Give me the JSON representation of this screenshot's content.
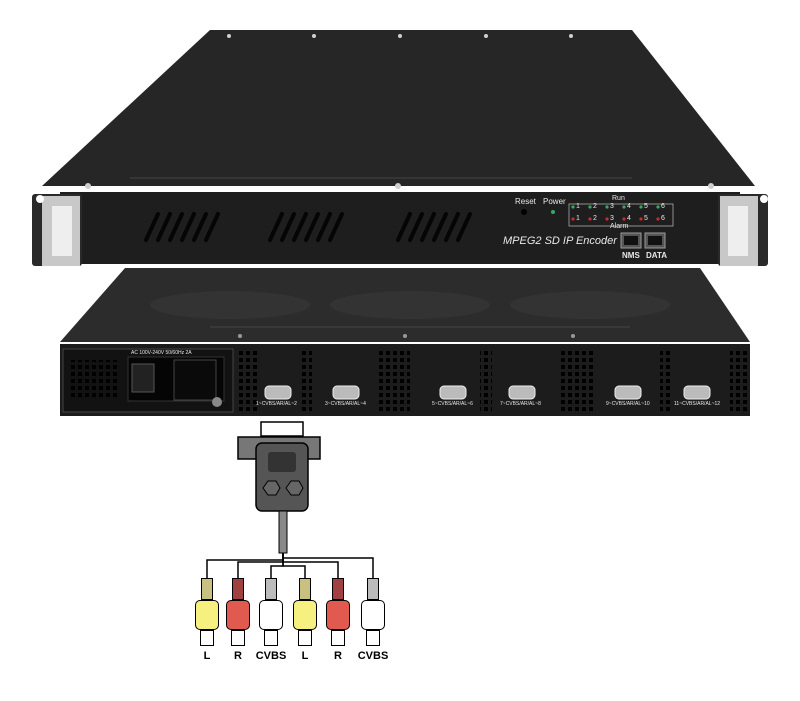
{
  "front_panel": {
    "model_label": "MPEG2  SD IP Encoder",
    "reset_label": "Reset",
    "power_label": "Power",
    "run_label": "Run",
    "alarm_label": "Alarm",
    "run_leds": [
      "1",
      "2",
      "3",
      "4",
      "5",
      "6"
    ],
    "alarm_leds": [
      "1",
      "2",
      "3",
      "4",
      "5",
      "6"
    ],
    "ports": [
      {
        "label": "NMS"
      },
      {
        "label": "DATA"
      }
    ],
    "colors": {
      "chassis": "#2a2a2a",
      "run_led": "#3aa860",
      "alarm_led": "#c03030",
      "text": "#e8e8e8"
    }
  },
  "rear_panel": {
    "power_label": "AC 100V-240V 50/60Hz 2A",
    "db9_ports": [
      {
        "label": "1~CVBS/AR/AL~2"
      },
      {
        "label": "3~CVBS/AR/AL~4"
      },
      {
        "label": "5~CVBS/AR/AL~6"
      },
      {
        "label": "7~CVBS/AR/AL~8"
      },
      {
        "label": "9~CVBS/AR/AL~10"
      },
      {
        "label": "11~CVBS/AR/AL~12"
      }
    ]
  },
  "cable": {
    "plugs": [
      {
        "label": "L",
        "color": "#f5f080"
      },
      {
        "label": "R",
        "color": "#e05a50"
      },
      {
        "label": "CVBS",
        "color": "#ffffff"
      },
      {
        "label": "L",
        "color": "#f5f080"
      },
      {
        "label": "R",
        "color": "#e05a50"
      },
      {
        "label": "CVBS",
        "color": "#ffffff"
      }
    ]
  }
}
